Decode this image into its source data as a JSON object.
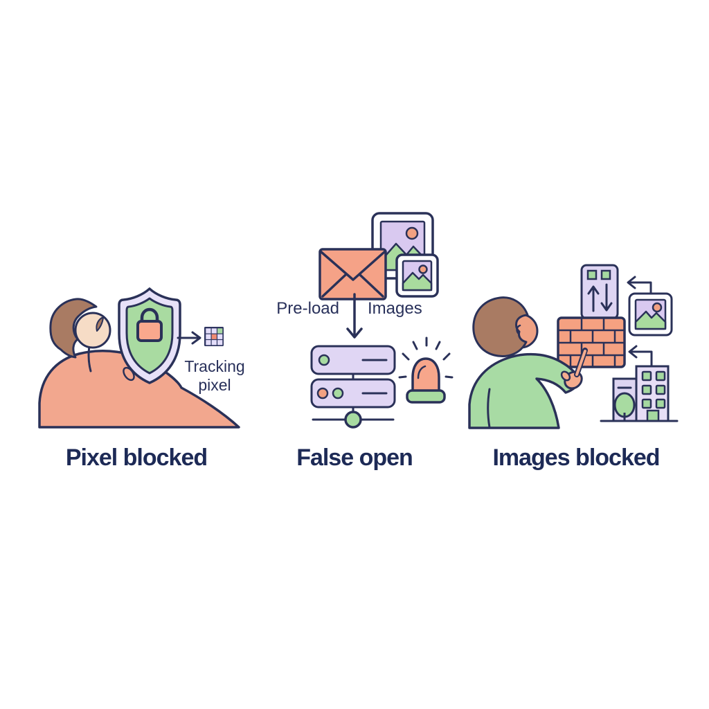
{
  "page": {
    "background": "#ffffff",
    "type": "three-step illustration about email tracking protection"
  },
  "colors": {
    "outline": "#2a3158",
    "label_text": "#28305a",
    "caption_text": "#1d2a56",
    "salmon": "#f5a287",
    "skin_light": "#f6dcc6",
    "hair_brown": "#a97b63",
    "green": "#a8dba1",
    "lavender": "#ded5f3",
    "photo_sky": "#d9c9f0",
    "frame_white": "#fdfdff",
    "grid_dark": "#2e3560",
    "pixel_red": "#ef8b72"
  },
  "panels": [
    {
      "name": "pixel-blocked",
      "caption": "Pixel blocked",
      "annotation_lines": [
        "Tracking",
        "pixel"
      ],
      "icons": [
        "person-with-shield",
        "shield-lock-icon",
        "arrow-right-icon",
        "tracking-pixel-grid-icon"
      ]
    },
    {
      "name": "false-open",
      "caption": "False open",
      "label_left": "Pre-load",
      "label_right": "Images",
      "icons": [
        "envelope-icon",
        "photo-icon-large",
        "photo-icon-small",
        "arrow-down-icon",
        "server-icon",
        "network-node-icon",
        "siren-alarm-icon"
      ]
    },
    {
      "name": "images-blocked",
      "caption": "Images blocked",
      "icons": [
        "person-pointing",
        "firewall-brick-wall-icon",
        "data-transfer-panel-icon",
        "up-down-arrows-icon",
        "photo-icon-right",
        "arrow-left-icon-top",
        "arrow-left-icon-bottom",
        "buildings-icon",
        "tree-icon"
      ]
    }
  ]
}
